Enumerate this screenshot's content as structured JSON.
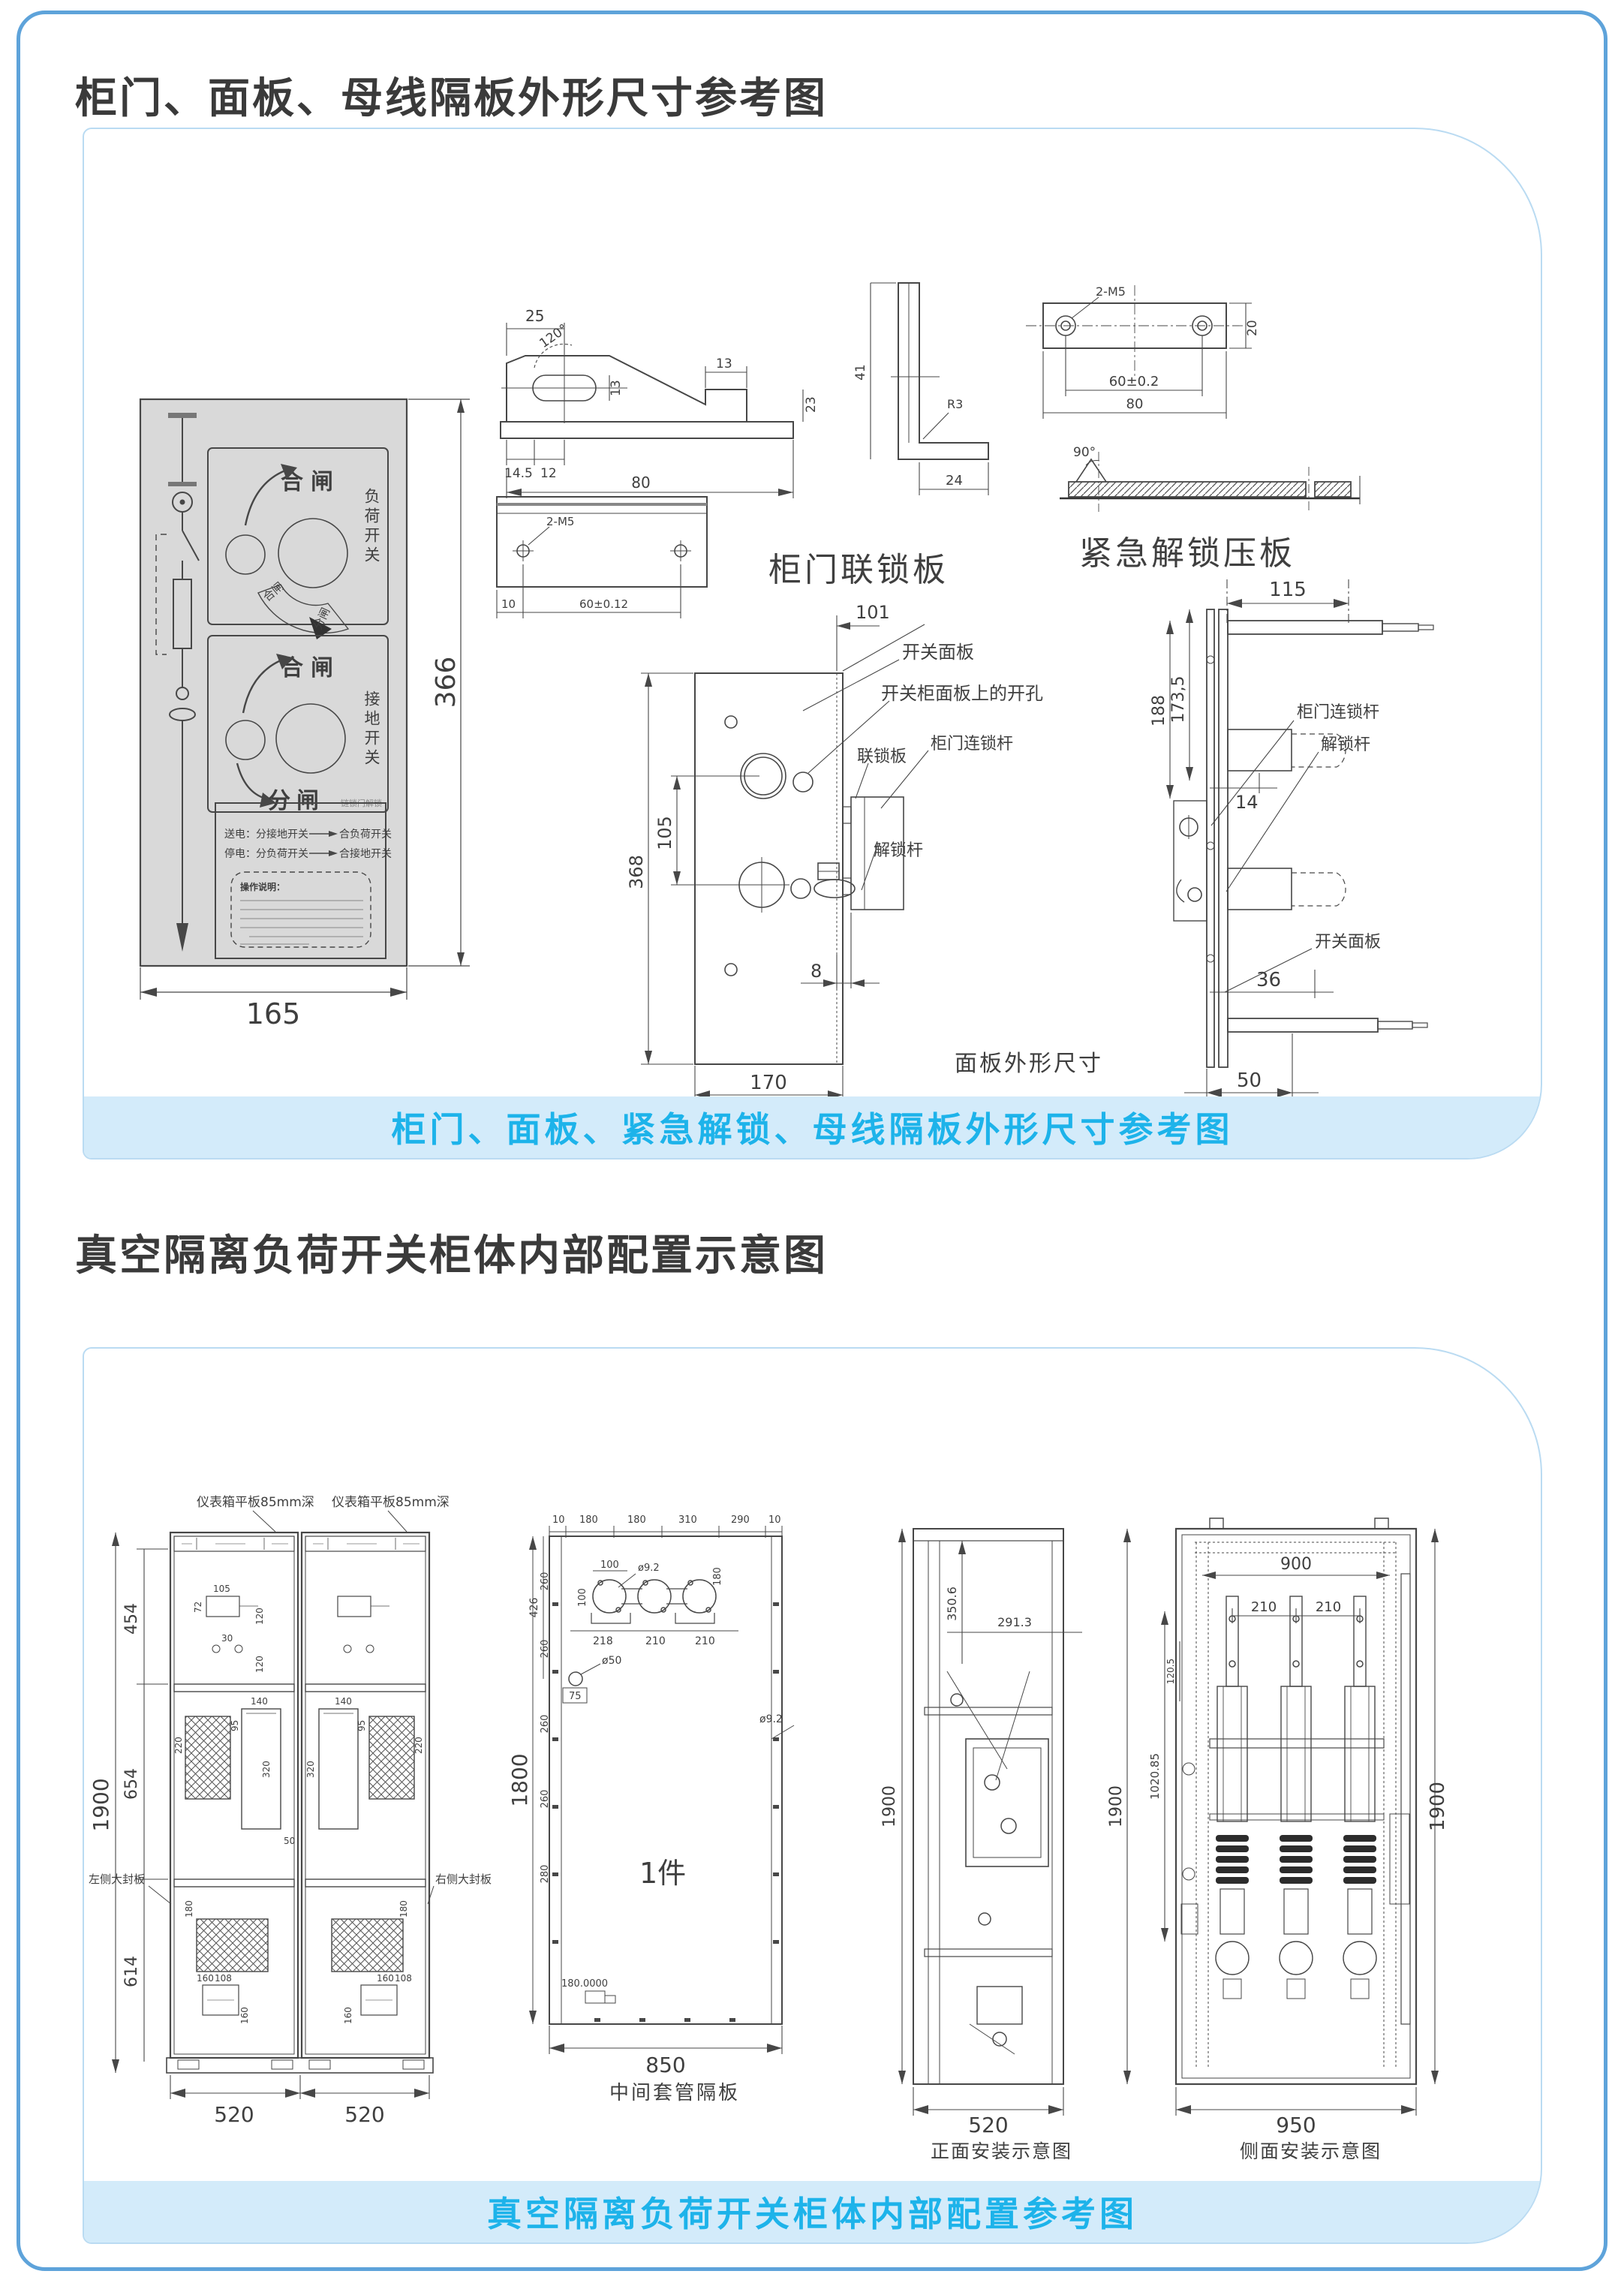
{
  "colors": {
    "accent": "#1db3ea",
    "frame": "#5ea3da",
    "caption_bg": "#d3ebfa",
    "line": "#474747",
    "door_fill": "#d9d9d9"
  },
  "s1": {
    "title": "柜门、面板、母线隔板外形尺寸参考图",
    "caption": "柜门、面板、紧急解锁、母线隔板外形尺寸参考图",
    "door": {
      "close": "合闸",
      "open": "分闸",
      "load": "负荷开关",
      "earth": "接地开关",
      "sub": "链锁门解锁",
      "w": "165",
      "h": "366",
      "rule1a": "送电：分接地开关",
      "rule1b": "合负荷开关",
      "rule2a": "停电：分负荷开关",
      "rule2b": "合接地开关",
      "op": "操作说明："
    },
    "hook": {
      "d1": "25",
      "a": "120°",
      "d2": "13",
      "d3": "13",
      "d4": "23",
      "d5": "14.5",
      "d6": "12",
      "d7": "80"
    },
    "angle": {
      "d1": "41",
      "r": "R3",
      "d2": "24"
    },
    "plate": {
      "h": "2-M5",
      "d1": "60±0.2",
      "d2": "80",
      "d3": "20"
    },
    "interlock": {
      "h": "2-M5",
      "d1": "10",
      "d2": "60±0.12",
      "label": "柜门联锁板"
    },
    "presser": {
      "a": "90°",
      "label": "紧急解锁压板"
    },
    "front": {
      "d101": "101",
      "d368": "368",
      "d105": "105",
      "d8": "8",
      "d170": "170",
      "lbl1": "开关面板",
      "lbl2": "开关柜面板上的开孔",
      "lbl3": "联锁板",
      "lbl4": "柜门连锁杆",
      "lbl5": "解锁杆",
      "caption": "面板外形尺寸"
    },
    "side": {
      "d115": "115",
      "d188": "188",
      "d1735": "173,5",
      "d14": "14",
      "d36": "36",
      "d50": "50",
      "lbl1": "柜门连锁杆",
      "lbl2": "解锁杆",
      "lbl3": "开关面板"
    }
  },
  "s2": {
    "title": "真空隔离负荷开关柜体内部配置示意图",
    "caption": "真空隔离负荷开关柜体内部配置参考图",
    "front": {
      "meter1": "仪表箱平板85mm深",
      "meter2": "仪表箱平板85mm深",
      "d1900": "1900",
      "d454": "454",
      "d654": "654",
      "d614": "614",
      "d520a": "520",
      "d520b": "520",
      "left_panel": "左侧大封板",
      "right_panel": "右侧大封板",
      "b105": "105",
      "b72": "72",
      "b120a": "120",
      "b30": "30",
      "b120b": "120",
      "d140": "140",
      "d95": "95",
      "d320": "320",
      "d220": "220",
      "d50": "50",
      "d180": "180",
      "d160a": "160",
      "d108": "108",
      "d160b": "160"
    },
    "bushing": {
      "top": [
        "10",
        "180",
        "180",
        "310",
        "290",
        "10"
      ],
      "left": [
        "426",
        "260",
        "260",
        "260",
        "260",
        "280"
      ],
      "d1800": "1800",
      "c100a": "100",
      "c100b": "100",
      "dia92a": "ø9.2",
      "d180": "180",
      "d218": "218",
      "d210a": "210",
      "d210b": "210",
      "dia50": "ø50",
      "d75": "75",
      "dia92b": "ø9.2",
      "piece": "1件",
      "d180000": "180.0000",
      "d850": "850",
      "caption": "中间套管隔板"
    },
    "frontinstall": {
      "d1900L": "1900",
      "d3506": "350.6",
      "d2913": "291.3",
      "d520": "520",
      "d1900R": "1900",
      "caption": "正面安装示意图"
    },
    "sideinstall": {
      "d900": "900",
      "d210a": "210",
      "d210b": "210",
      "d1020": "1020.85",
      "d1205": "120.5",
      "d1900": "1900",
      "d950": "950",
      "caption": "侧面安装示意图"
    }
  }
}
